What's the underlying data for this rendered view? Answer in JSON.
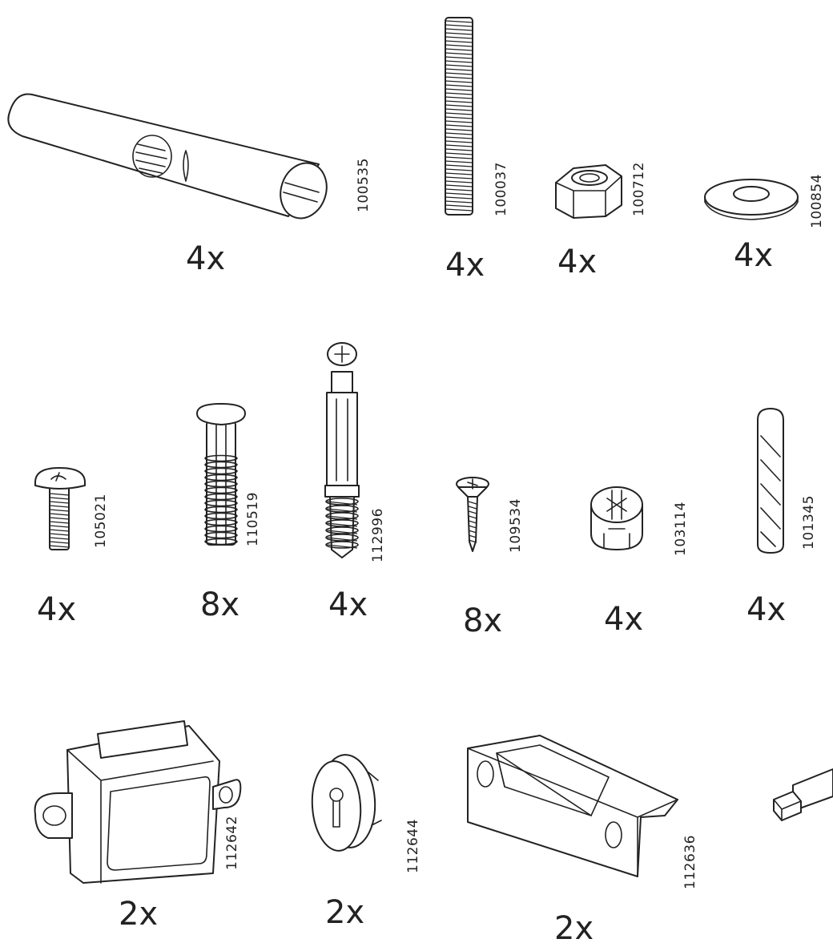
{
  "parts": [
    {
      "id": "cross-dowel",
      "code": "100535",
      "qty": "4x",
      "icon": "cross-dowel-icon"
    },
    {
      "id": "threaded-rod",
      "code": "100037",
      "qty": "4x",
      "icon": "threaded-rod-icon"
    },
    {
      "id": "hex-nut",
      "code": "100712",
      "qty": "4x",
      "icon": "hex-nut-icon"
    },
    {
      "id": "washer",
      "code": "100854",
      "qty": "4x",
      "icon": "washer-icon"
    },
    {
      "id": "machine-screw",
      "code": "105021",
      "qty": "4x",
      "icon": "machine-screw-icon"
    },
    {
      "id": "anchor-plug",
      "code": "110519",
      "qty": "8x",
      "icon": "anchor-plug-icon"
    },
    {
      "id": "cam-dowel",
      "code": "112996",
      "qty": "4x",
      "icon": "cam-dowel-icon"
    },
    {
      "id": "wood-screw",
      "code": "109534",
      "qty": "8x",
      "icon": "wood-screw-icon"
    },
    {
      "id": "cam-lock",
      "code": "103114",
      "qty": "4x",
      "icon": "cam-lock-icon"
    },
    {
      "id": "wood-dowel",
      "code": "101345",
      "qty": "4x",
      "icon": "wood-dowel-icon"
    },
    {
      "id": "lock-body",
      "code": "112642",
      "qty": "2x",
      "icon": "lock-body-icon"
    },
    {
      "id": "keyhole-escutcheon",
      "code": "112644",
      "qty": "2x",
      "icon": "keyhole-escutcheon-icon"
    },
    {
      "id": "strike-plate",
      "code": "112636",
      "qty": "2x",
      "icon": "strike-plate-icon"
    },
    {
      "id": "key",
      "icon": "key-icon"
    }
  ]
}
